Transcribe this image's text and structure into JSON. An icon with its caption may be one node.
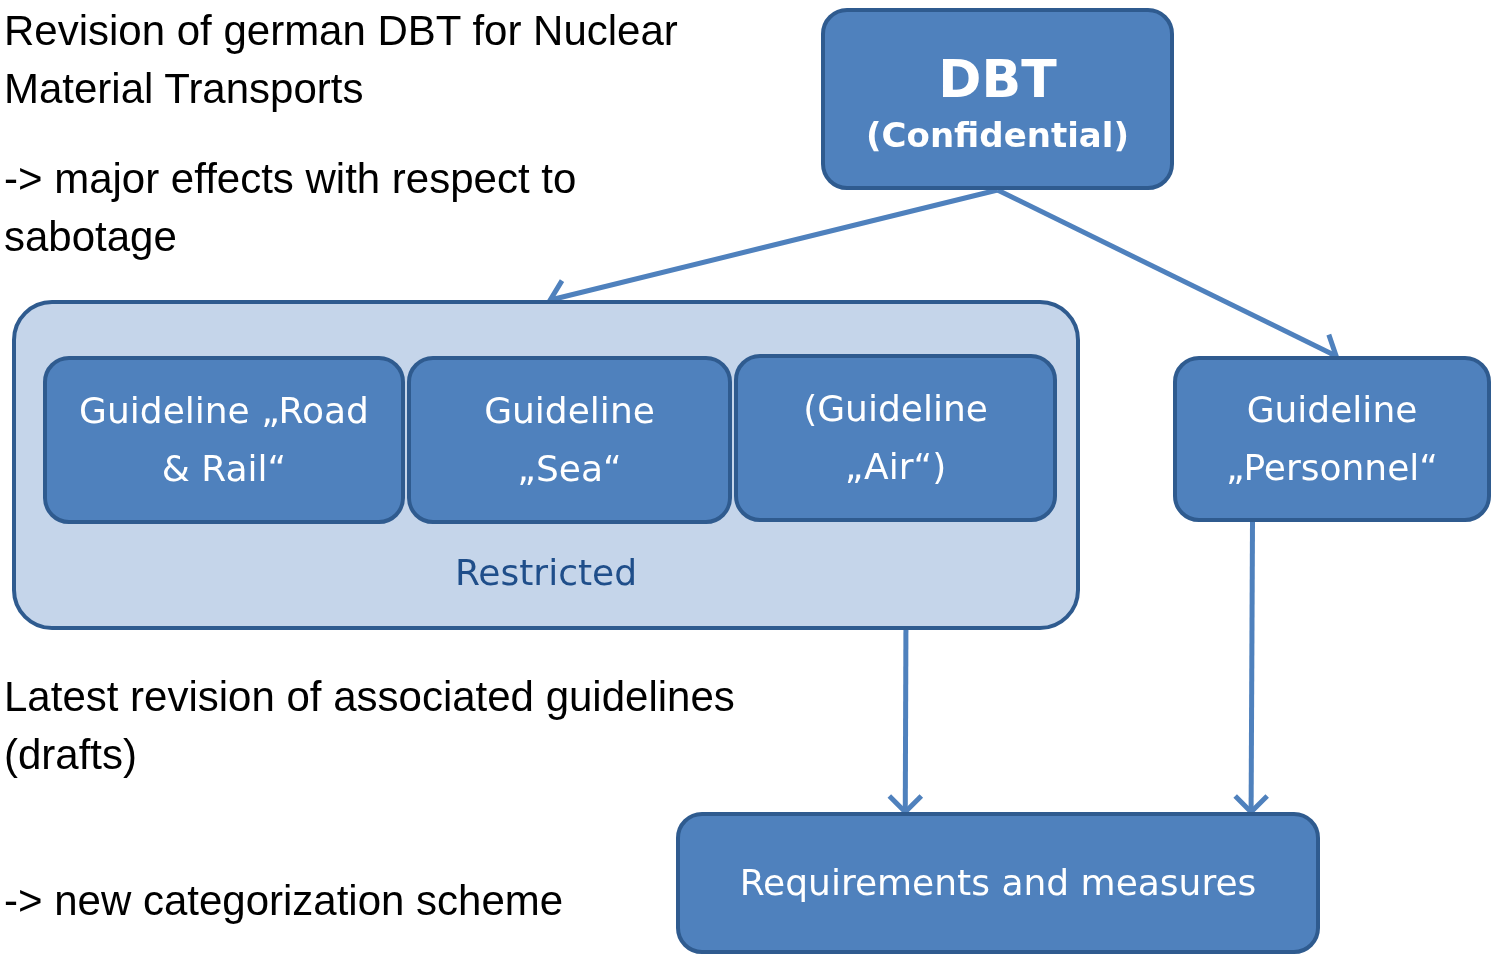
{
  "diagram": {
    "nodes": [
      {
        "text": [
          "DBT",
          "(Confidential)"
        ]
      },
      {
        "text": [
          "Restricted"
        ]
      },
      {
        "text": [
          "Guideline „Road & Rail“"
        ],
        "in": 1
      },
      {
        "text": [
          "Guideline „Sea“"
        ],
        "in": 1
      },
      {
        "text": [
          "(Guideline „Air“)"
        ],
        "in": 1
      },
      {
        "text": [
          "Guideline „Personnel“"
        ]
      },
      {
        "text": [
          "Requirements and measures"
        ]
      }
    ],
    "edges": [
      {
        "from": 0,
        "to": 1,
        "arrow": "to"
      },
      {
        "from": 0,
        "to": 5,
        "arrow": "to"
      },
      {
        "from": 1,
        "to": 6,
        "arrow": "to"
      },
      {
        "from": 5,
        "to": 6,
        "arrow": "to"
      }
    ],
    "labels": [
      "Revision of german DBT for Nuclear Material Transports",
      "-> major effects with respect to sabotage",
      "Latest revision of associated guidelines (drafts)",
      "-> new categorization scheme"
    ]
  }
}
